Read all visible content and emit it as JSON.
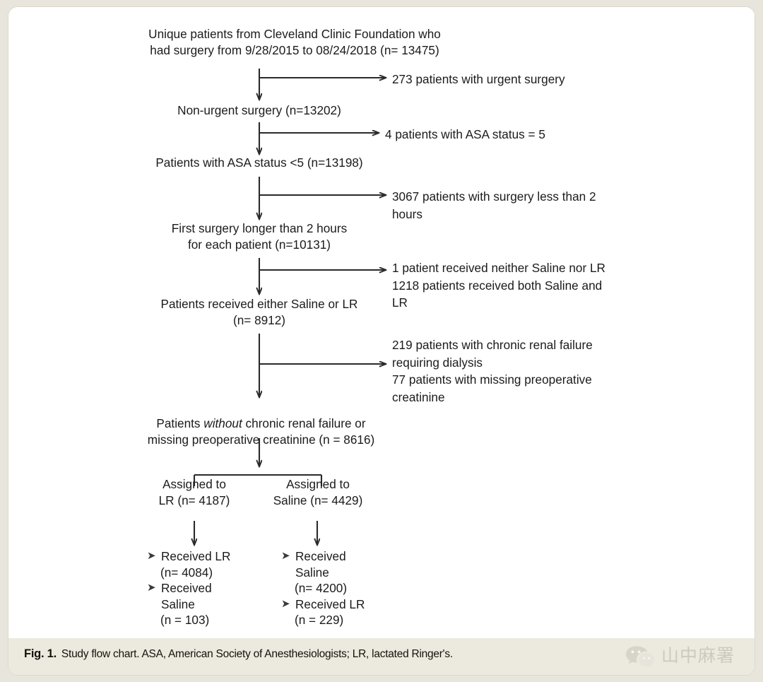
{
  "figure": {
    "caption_label": "Fig. 1.",
    "caption_text": "Study flow chart. ASA, American Society of Anesthesiologists; LR, lactated Ringer's."
  },
  "watermark": {
    "icon": "wechat-icon",
    "text": "山中麻署"
  },
  "flow": {
    "nodes": [
      {
        "id": "source-cohort",
        "text": "Unique patients from Cleveland Clinic Foundation who\nhad surgery from 9/28/2015 to 08/24/2018 (n= 13475)",
        "n": 13475
      },
      {
        "id": "non-urgent",
        "text": "Non-urgent surgery (n=13202)",
        "n": 13202
      },
      {
        "id": "asa-under-5",
        "text": "Patients with ASA status <5  (n=13198)",
        "n": 13198
      },
      {
        "id": "surgery-over-2h",
        "text": "First surgery longer than 2 hours\nfor each patient (n=10131)",
        "n": 10131
      },
      {
        "id": "saline-or-lr",
        "text": "Patients received either Saline or LR\n(n= 8912)",
        "n": 8912
      },
      {
        "id": "final-cohort",
        "text_before": "Patients ",
        "text_italic": "without",
        "text_after": " chronic renal failure or\nmissing preoperative creatinine (n = 8616)",
        "n": 8616
      },
      {
        "id": "assigned-lr",
        "text": "Assigned to\nLR (n= 4187)",
        "n": 4187
      },
      {
        "id": "assigned-saline",
        "text": "Assigned to\nSaline (n= 4429)",
        "n": 4429
      }
    ],
    "exclusions": [
      {
        "id": "excl-urgent",
        "text": "273 patients with urgent surgery"
      },
      {
        "id": "excl-asa5",
        "text": "4 patients with ASA status = 5"
      },
      {
        "id": "excl-short-surgery",
        "text": "3067 patients with surgery less than 2\nhours"
      },
      {
        "id": "excl-fluid",
        "text": "1 patient received neither Saline nor LR\n1218 patients received both Saline and\nLR"
      },
      {
        "id": "excl-renal",
        "text": "219 patients with chronic renal failure\nrequiring dialysis\n77 patients with missing preoperative\ncreatinine"
      }
    ],
    "outcomes_lr": {
      "id": "outcomes-lr",
      "marker": "arrow-bullet",
      "items": [
        {
          "label": "Received LR",
          "count": "(n= 4084)"
        },
        {
          "label": "Received\nSaline",
          "count": "(n = 103)"
        }
      ]
    },
    "outcomes_saline": {
      "id": "outcomes-saline",
      "marker": "arrow-bullet",
      "items": [
        {
          "label": "Received\nSaline",
          "count": "(n= 4200)"
        },
        {
          "label": "Received LR",
          "count": "(n = 229)"
        }
      ]
    }
  }
}
